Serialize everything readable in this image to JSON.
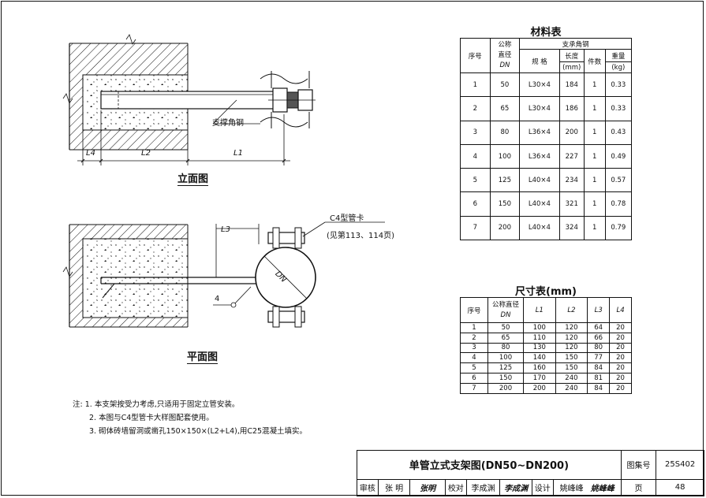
{
  "views": {
    "elevation_label": "立面图",
    "plan_label": "平面图",
    "support_angle_label": "支撑角钢",
    "clamp_label": "C4型管卡",
    "clamp_ref": "(见第113、114页)",
    "l4": "L4",
    "l2": "L2",
    "l1": "L1",
    "l3": "L3",
    "dn": "DN",
    "item_4": "4"
  },
  "material_table": {
    "title": "材料表",
    "headers": {
      "seq": "序号",
      "nominal_line1": "公称",
      "nominal_line2": "直径",
      "nominal_line3": "DN",
      "group": "支承角钢",
      "spec": "规 格",
      "length": "长度",
      "length_unit": "(mm)",
      "count": "件数",
      "weight": "重量",
      "weight_unit": "(kg)"
    },
    "rows": [
      {
        "seq": "1",
        "dn": "50",
        "spec": "L30×4",
        "length": "184",
        "count": "1",
        "weight": "0.33"
      },
      {
        "seq": "2",
        "dn": "65",
        "spec": "L30×4",
        "length": "186",
        "count": "1",
        "weight": "0.33"
      },
      {
        "seq": "3",
        "dn": "80",
        "spec": "L36×4",
        "length": "200",
        "count": "1",
        "weight": "0.43"
      },
      {
        "seq": "4",
        "dn": "100",
        "spec": "L36×4",
        "length": "227",
        "count": "1",
        "weight": "0.49"
      },
      {
        "seq": "5",
        "dn": "125",
        "spec": "L40×4",
        "length": "234",
        "count": "1",
        "weight": "0.57"
      },
      {
        "seq": "6",
        "dn": "150",
        "spec": "L40×4",
        "length": "321",
        "count": "1",
        "weight": "0.78"
      },
      {
        "seq": "7",
        "dn": "200",
        "spec": "L40×4",
        "length": "324",
        "count": "1",
        "weight": "0.79"
      }
    ]
  },
  "dimension_table": {
    "title": "尺寸表(mm)",
    "headers": {
      "seq": "序号",
      "nominal": "公称直径",
      "nominal_dn": "DN",
      "l1": "L1",
      "l2": "L2",
      "l3": "L3",
      "l4": "L4"
    },
    "rows": [
      {
        "seq": "1",
        "dn": "50",
        "l1": "100",
        "l2": "120",
        "l3": "64",
        "l4": "20"
      },
      {
        "seq": "2",
        "dn": "65",
        "l1": "110",
        "l2": "120",
        "l3": "66",
        "l4": "20"
      },
      {
        "seq": "3",
        "dn": "80",
        "l1": "130",
        "l2": "120",
        "l3": "80",
        "l4": "20"
      },
      {
        "seq": "4",
        "dn": "100",
        "l1": "140",
        "l2": "150",
        "l3": "77",
        "l4": "20"
      },
      {
        "seq": "5",
        "dn": "125",
        "l1": "160",
        "l2": "150",
        "l3": "84",
        "l4": "20"
      },
      {
        "seq": "6",
        "dn": "150",
        "l1": "170",
        "l2": "240",
        "l3": "81",
        "l4": "20"
      },
      {
        "seq": "7",
        "dn": "200",
        "l1": "200",
        "l2": "240",
        "l3": "84",
        "l4": "20"
      }
    ]
  },
  "notes": {
    "prefix": "注:",
    "items": [
      "1. 本支架按受力考虑,只适用于固定立管安装。",
      "2. 本图与C4型管卡大样图配套使用。",
      "3. 砌体砖墙留洞或凿孔150×150×(L2+L4),用C25混凝土填实。"
    ]
  },
  "title_block": {
    "title": "单管立式支架图(DN50~DN200)",
    "atlas_label": "图集号",
    "atlas_no": "25S402",
    "review_label": "审核",
    "review_name": "张 明",
    "review_sig": "张明",
    "check_label": "校对",
    "check_name": "李成渊",
    "check_sig": "李成渊",
    "design_label": "设计",
    "design_name": "姚峰峰",
    "design_sig": "姚峰峰",
    "page_label": "页",
    "page_no": "48"
  }
}
